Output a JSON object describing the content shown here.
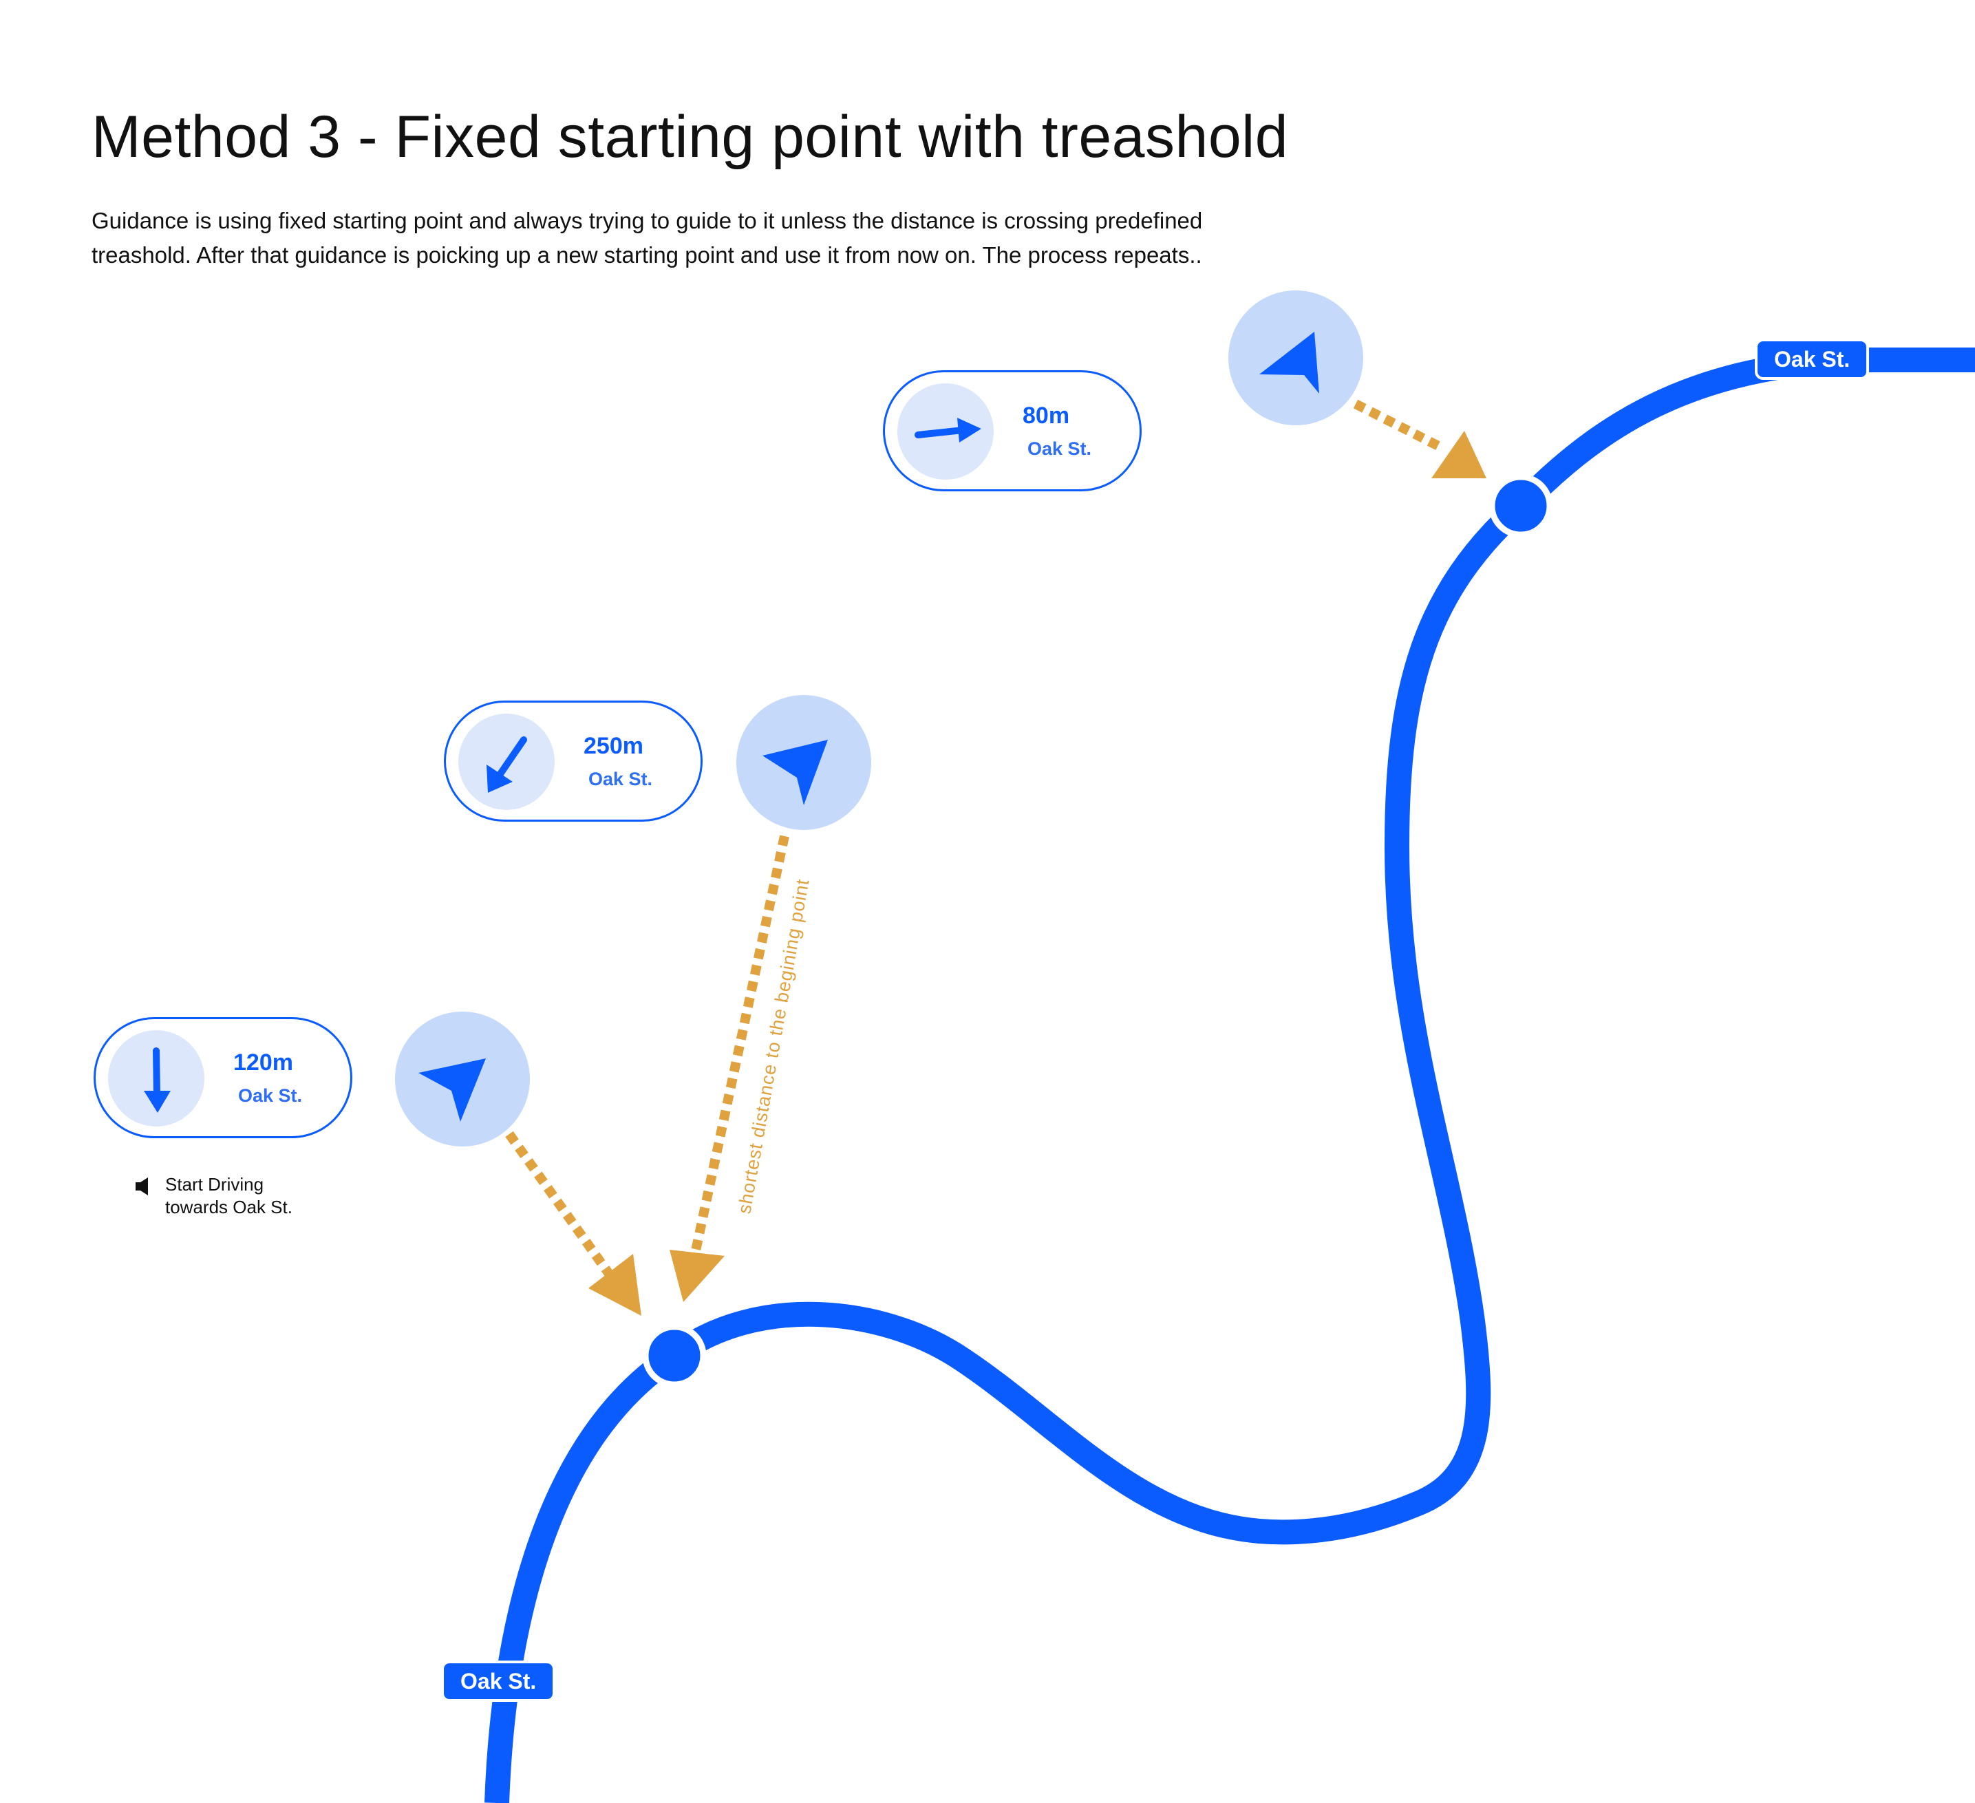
{
  "title": "Method 3 - Fixed starting point with treashold",
  "description": {
    "line1": "Guidance is using fixed starting point and always trying to guide to it unless the distance is crossing predefined",
    "line2": "treashold. After that guidance is poicking up a new starting point and use it from now on. The process repeats.."
  },
  "instruction_pills": [
    {
      "distance": "80m",
      "street": "Oak St.",
      "icon": "arrow-right-icon"
    },
    {
      "distance": "250m",
      "street": "Oak St.",
      "icon": "arrow-down-left-icon"
    },
    {
      "distance": "120m",
      "street": "Oak St.",
      "icon": "arrow-down-icon"
    }
  ],
  "road_labels": [
    "Oak St.",
    "Oak St."
  ],
  "voice_prompt": {
    "icon": "speaker-icon",
    "line1": "Start Driving",
    "line2": "towards Oak St."
  },
  "annotation": "shortest distance to the begining point",
  "icons": {
    "navigation_marker": "navigation-arrow-icon"
  },
  "colors": {
    "route": "#0a5cff",
    "marker_bg": "#c5d9fb",
    "icon_circle_bg": "#dce7fb",
    "guide_arrow": "#e0a13f",
    "text": "#111111"
  }
}
